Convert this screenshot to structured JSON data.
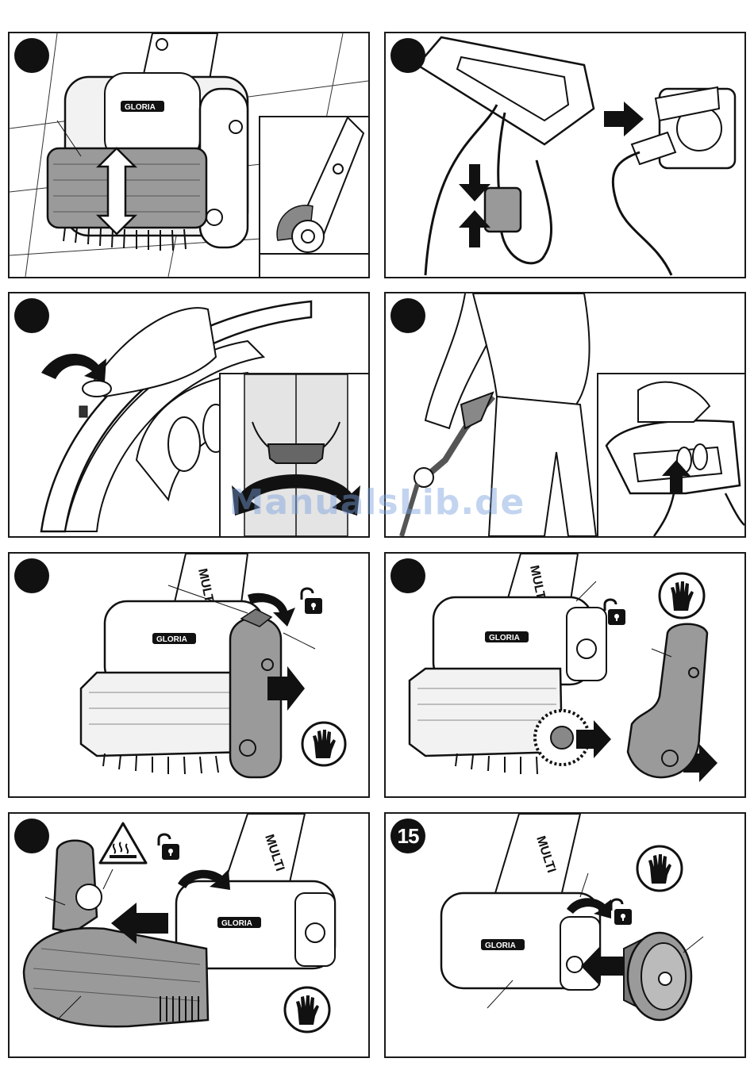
{
  "panels": [
    {
      "id": "p1",
      "badge": "",
      "brand": "GLORIA"
    },
    {
      "id": "p2",
      "badge": ""
    },
    {
      "id": "p3",
      "badge": ""
    },
    {
      "id": "p4",
      "badge": ""
    },
    {
      "id": "p5",
      "badge": "",
      "brand": "GLORIA",
      "text": "MULTI"
    },
    {
      "id": "p6",
      "badge": "",
      "brand": "GLORIA",
      "text": "MULTI"
    },
    {
      "id": "p7",
      "badge": "",
      "brand": "GLORIA",
      "text": "MULTI"
    },
    {
      "id": "p8",
      "badge": "15",
      "brand": "GLORIA",
      "text": "MULTI"
    }
  ],
  "watermark": "ManualsLib.de",
  "icons": [
    "rotate-arrow-icon",
    "plug-icon",
    "socket-icon",
    "unlock-icon",
    "glove-icon",
    "hot-surface-warning-icon"
  ]
}
